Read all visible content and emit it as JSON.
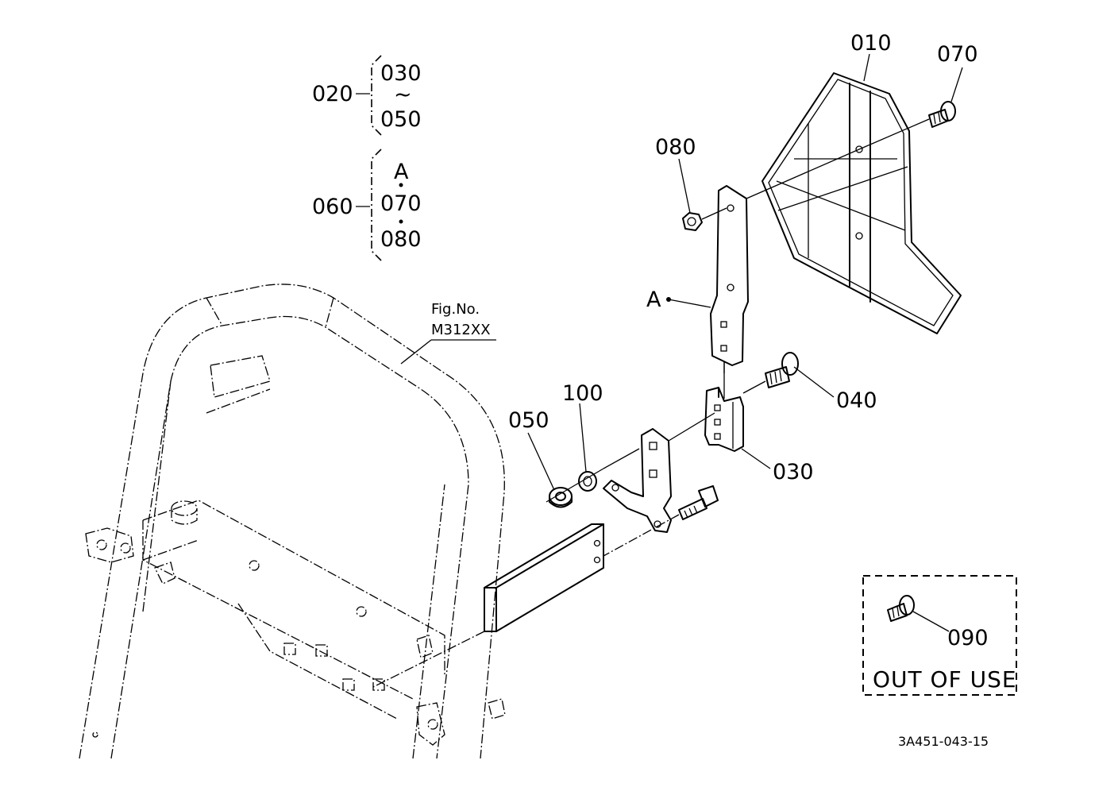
{
  "legend": {
    "group_1": {
      "parent": "020",
      "from": "030",
      "tilde": "~",
      "to": "050"
    },
    "group_2": {
      "parent": "060",
      "marker": "A",
      "item_1": "070",
      "item_2": "080"
    }
  },
  "reference": {
    "line_1": "Fig.No.",
    "line_2": "M312XX"
  },
  "callouts": {
    "p010": "010",
    "p070": "070",
    "p080": "080",
    "pA": "A",
    "p040": "040",
    "p100": "100",
    "p050": "050",
    "p030": "030"
  },
  "out_of_use": {
    "part": "090",
    "label": "OUT OF USE"
  },
  "document_code": "3A451-043-15"
}
